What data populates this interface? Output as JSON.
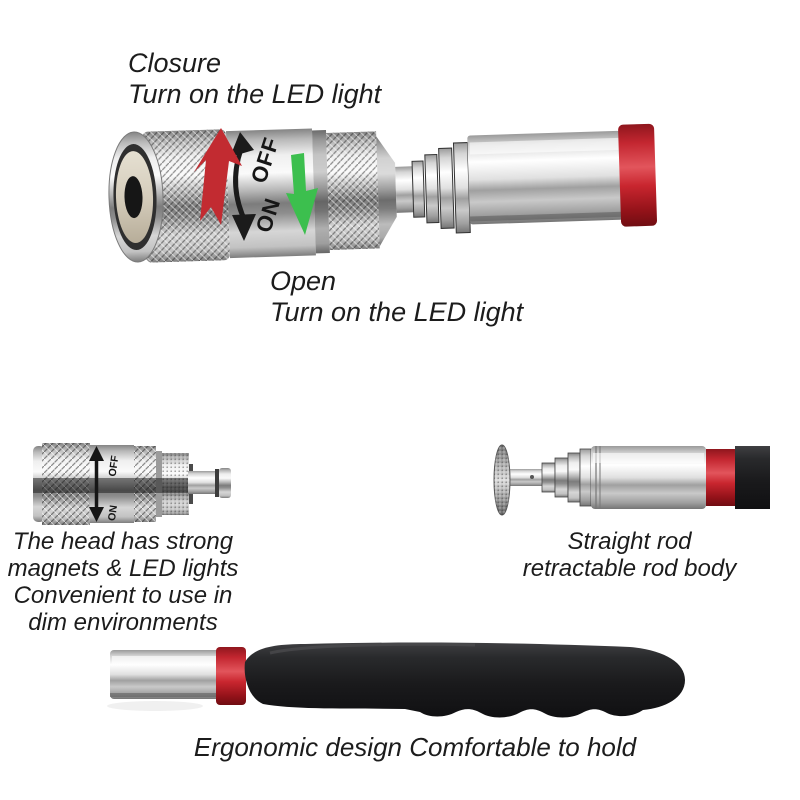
{
  "page": {
    "background_color": "#ffffff"
  },
  "captions": {
    "closure": {
      "title": "Closure",
      "subtitle": "Turn on the LED light"
    },
    "open": {
      "title": "Open",
      "subtitle": "Turn on the LED light"
    },
    "head_feature": {
      "line1": "The head has strong",
      "line2": "magnets & LED lights",
      "line3": "Convenient to use in",
      "line4": "dim environments"
    },
    "rod_feature": {
      "line1": "Straight rod",
      "line2": "retractable rod body"
    },
    "handle_feature": {
      "text": "Ergonomic design Comfortable to hold"
    }
  },
  "product": {
    "switch": {
      "on": "ON",
      "off": "OFF"
    },
    "icons": {
      "close_direction": "red-up-arrow-icon",
      "open_direction": "green-down-arrow-icon",
      "rotate_switch": "curved-double-arrow-icon",
      "slide_switch": "vertical-double-arrow-icon"
    }
  },
  "colors": {
    "text": "#1c1c1c",
    "arrow_red": "#c22b31",
    "arrow_green": "#3cbf4e",
    "collar_red": "#c1272e",
    "handle_black": "#1a1a1c",
    "switch_text": "#161616",
    "magnet_face": "#d8d1c1"
  }
}
